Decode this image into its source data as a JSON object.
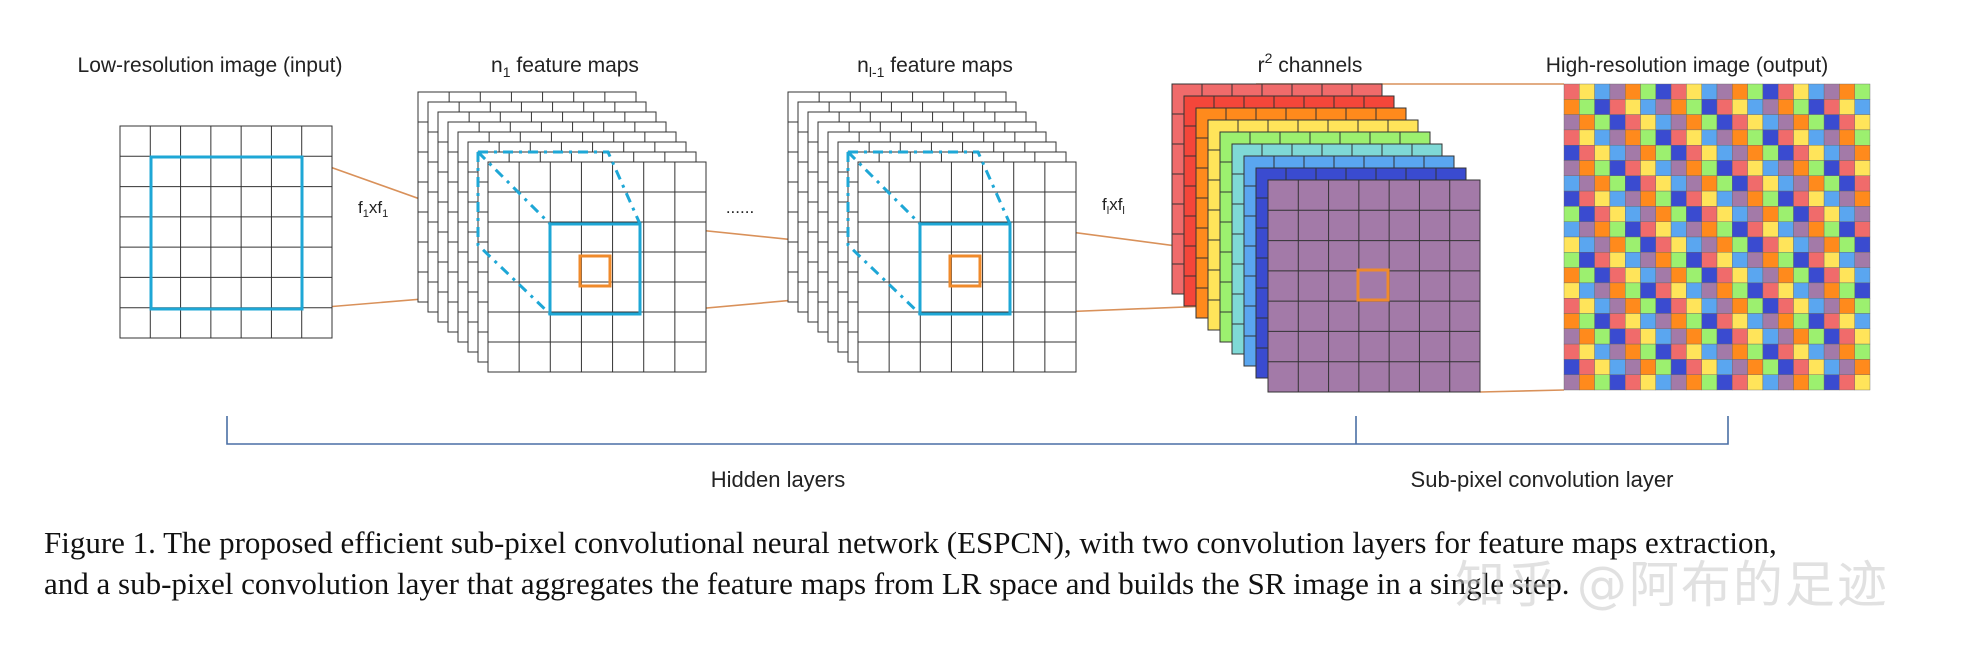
{
  "labels": {
    "input": "Low-resolution image (input)",
    "feature_n1_prefix": "n",
    "feature_n1_sub": "1",
    "feature_n1_suffix": " feature maps",
    "feature_nl_prefix": "n",
    "feature_nl_sub": "l-1",
    "feature_nl_suffix": " feature maps",
    "channels_prefix": "r",
    "channels_sup": "2",
    "channels_suffix": " channels",
    "output": "High-resolution image (output)",
    "kernel1_a": "f",
    "kernel1_a_sub": "1",
    "kernel1_b": "xf",
    "kernel1_b_sub": "1",
    "kernell_a": "f",
    "kernell_a_sub": "l",
    "kernell_b": "xf",
    "kernell_b_sub": "l",
    "ellipsis": "......",
    "hidden_layers": "Hidden layers",
    "subpixel_layer": "Sub-pixel convolution layer"
  },
  "caption": {
    "line1": "Figure 1. The proposed efficient sub-pixel convolutional neural network (ESPCN), with two convolution layers for feature maps extraction,",
    "line2": "and a sub-pixel convolution layer that aggregates the feature maps from LR space and builds the SR image in a single step."
  },
  "watermark": "知乎 @阿布的足迹",
  "colors": {
    "grid_line": "#333333",
    "highlight_blue": "#1ea7d6",
    "highlight_orange": "#ef8a2b",
    "bracket": "#4a6fa5",
    "channel_stack": [
      "#f06b6b",
      "#f4463a",
      "#ff8a1c",
      "#ffe45a",
      "#9cf06f",
      "#7fd9d6",
      "#5aa6f0",
      "#3a4bd0"
    ],
    "channel_front": "#a37aa8",
    "hr_palette": [
      "#f06b6b",
      "#ff8a1c",
      "#ffe45a",
      "#9cf06f",
      "#5aa6f0",
      "#3a4bd0",
      "#a37aa8"
    ]
  }
}
